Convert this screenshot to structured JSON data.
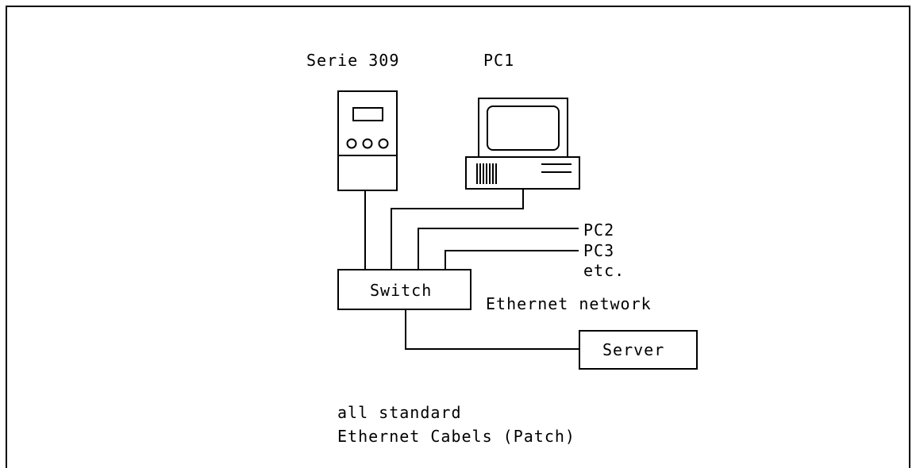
{
  "labels": {
    "device": "Serie 309",
    "pc1": "PC1",
    "pc2": "PC2",
    "pc3": "PC3",
    "etc": "etc.",
    "switch": "Switch",
    "network": "Ethernet network",
    "server": "Server",
    "note_line1": "all standard",
    "note_line2": "Ethernet Cabels (Patch)"
  },
  "colors": {
    "line": "#000000",
    "background": "#ffffff"
  }
}
